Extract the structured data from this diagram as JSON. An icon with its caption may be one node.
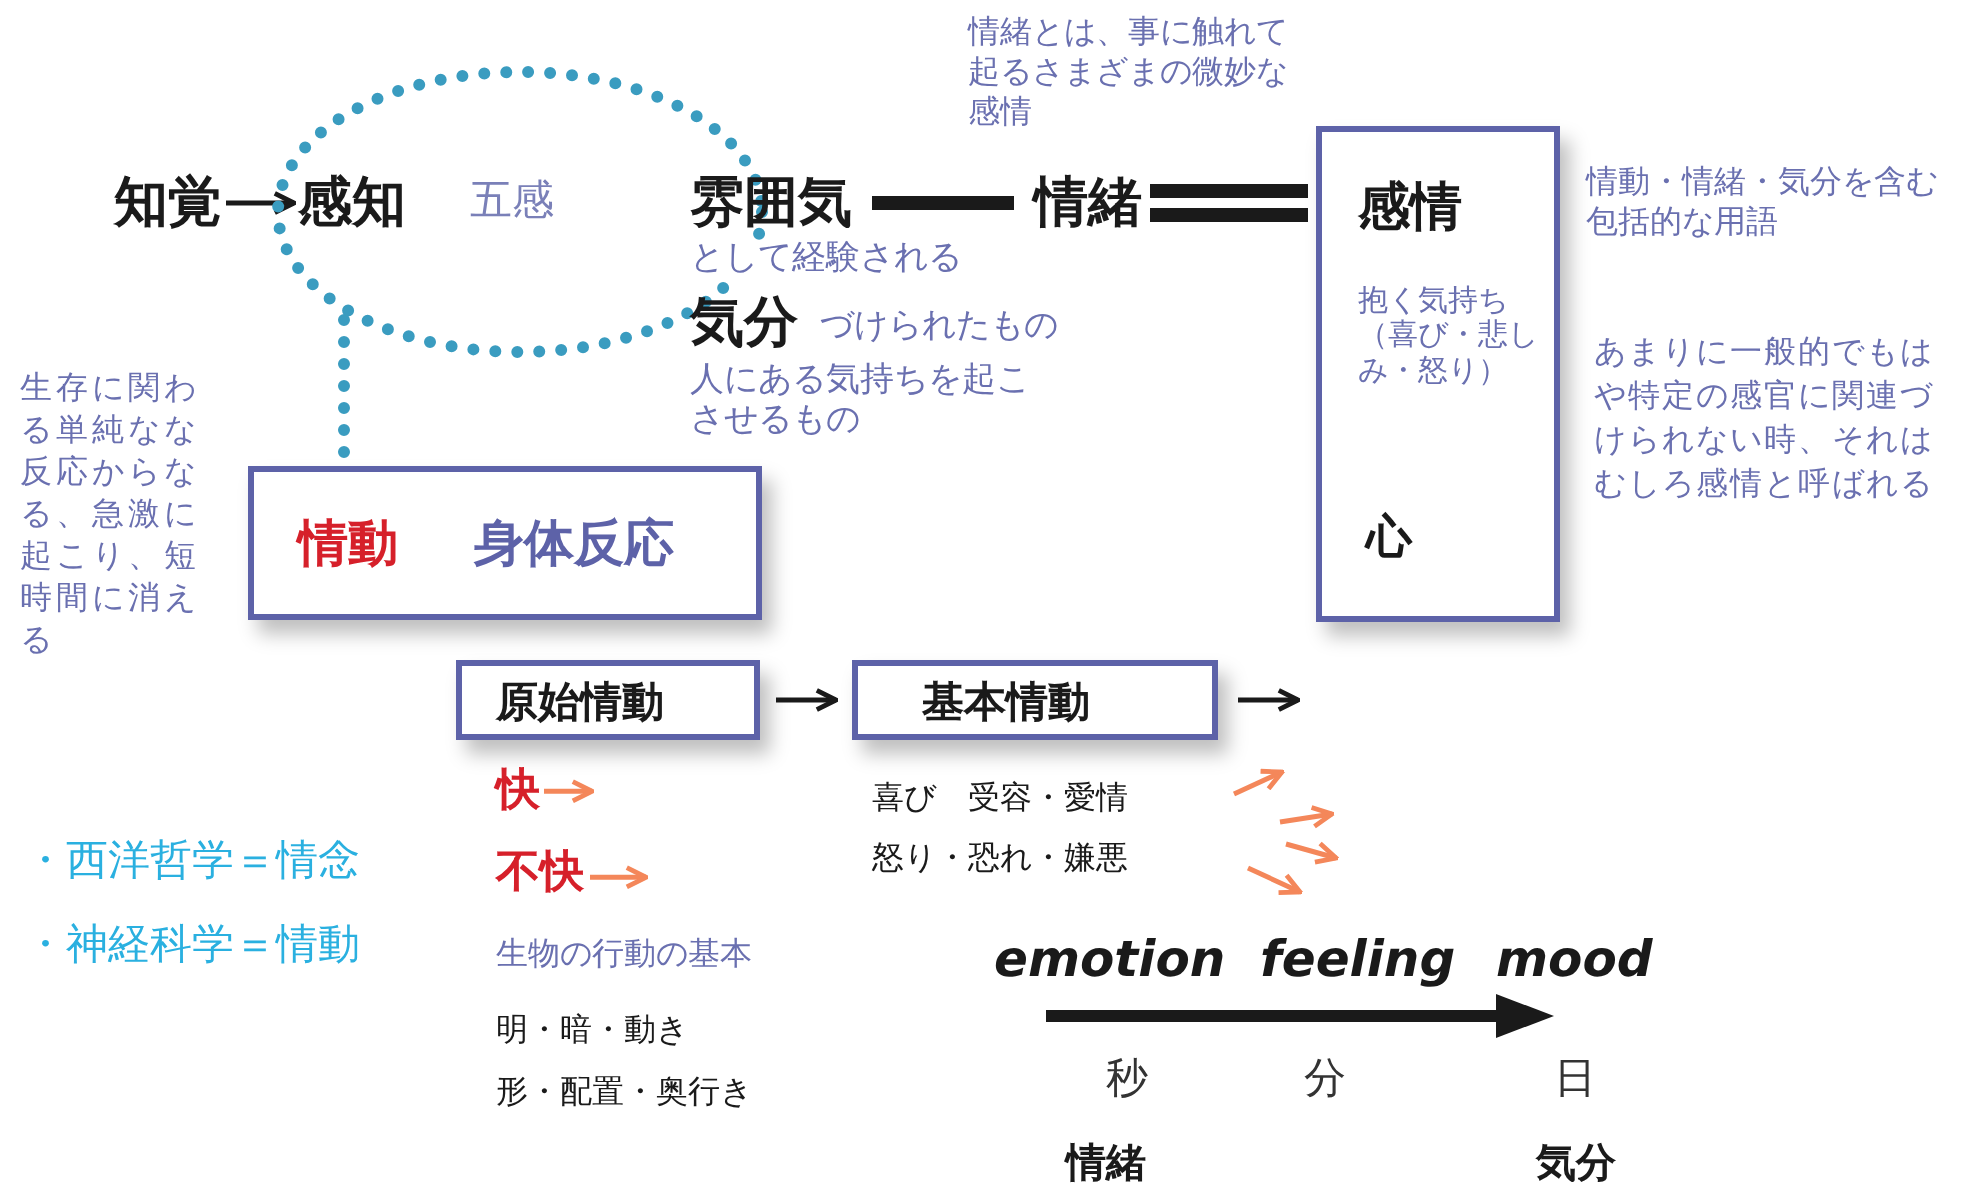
{
  "diagram": {
    "nodes": [
      {
        "text": [
          "知覚"
        ]
      },
      {
        "text": [
          "感知"
        ],
        "in": 2
      },
      {
        "text": [
          "五感"
        ]
      },
      {
        "text": [
          "雰囲気",
          "として経験される"
        ]
      },
      {
        "text": [
          "情緒"
        ],
        "beside": [
          "情緒とは、事に触れて起るさまざまの微妙な感情"
        ]
      },
      {
        "text": [
          "気分"
        ],
        "beside": [
          "づけられたもの",
          "人にある気持ちを起こさせるもの"
        ]
      },
      {
        "text": [
          "感情",
          "抱く気持ち（喜び・悲しみ・怒り）",
          "心"
        ],
        "beside": [
          "情動・情緒・気分を含む包括的な用語",
          "あまりに一般的でもはや特定の感官に関連づけられない時、それはむしろ感情と呼ばれる"
        ]
      },
      {
        "text": [
          "情動",
          "身体反応"
        ],
        "beside": [
          "生存に関わる単純なな反応からなる、急激に起こり、短時間に消える"
        ]
      },
      {
        "text": [
          "原始情動"
        ]
      },
      {
        "text": [
          "基本情動"
        ]
      },
      {
        "text": [
          "快"
        ]
      },
      {
        "text": [
          "不快"
        ]
      }
    ],
    "edges": [
      {
        "from": 0,
        "to": 1,
        "arrow": "to"
      },
      {
        "from": 2,
        "to": 7,
        "arrow": "none",
        "style": "dashed",
        "color": "#3a9cc0"
      },
      {
        "from": 3,
        "to": 4,
        "arrow": "none",
        "style": "thick"
      },
      {
        "from": 4,
        "to": 6,
        "arrow": "none",
        "style": "thick"
      },
      {
        "from": 8,
        "to": 9,
        "arrow": "to"
      },
      {
        "from": 9,
        "to": null,
        "arrow": "to"
      },
      {
        "from": 10,
        "to": null,
        "arrow": "to",
        "color": "#f4875a"
      },
      {
        "from": 11,
        "to": null,
        "arrow": "to",
        "color": "#f4875a"
      }
    ],
    "labels": [
      "・西洋哲学＝情念",
      "・神経科学＝情動",
      "生物の行動の基本",
      "明・暗・動き",
      "形・配置・奥行き",
      "喜び　受容・愛情",
      "怒り・恐れ・嫌悪",
      "emotion",
      "feeling",
      "mood",
      "秒",
      "分",
      "日",
      "情緒",
      "気分"
    ]
  }
}
